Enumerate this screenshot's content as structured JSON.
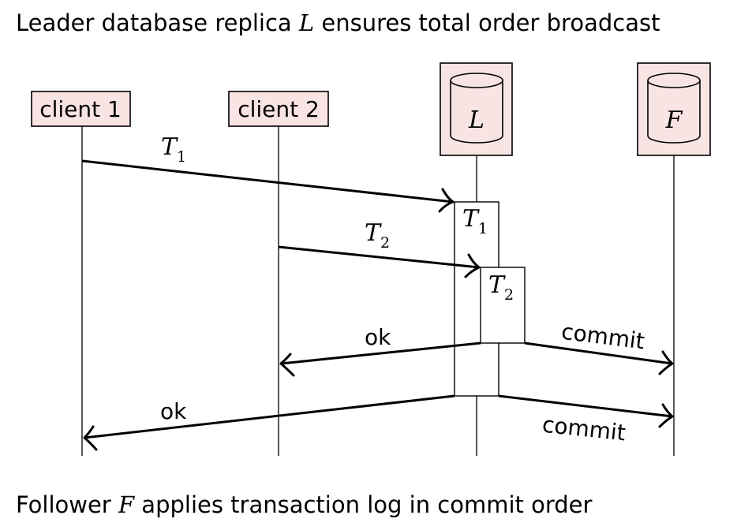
{
  "title": {
    "prefix": "Leader database replica ",
    "var": "L",
    "suffix": " ensures total order broadcast"
  },
  "footer": {
    "prefix": "Follower ",
    "var": "F",
    "suffix": " applies transaction log in commit order"
  },
  "participants": {
    "client1": "client 1",
    "client2": "client 2",
    "leader": "L",
    "follower": "F"
  },
  "messages": {
    "t1": {
      "base": "T",
      "sub": "1"
    },
    "t2": {
      "base": "T",
      "sub": "2"
    },
    "ok_client2": "ok",
    "commit_t2": "commit",
    "ok_client1": "ok",
    "commit_t1": "commit"
  },
  "activations": {
    "t1": {
      "base": "T",
      "sub": "1"
    },
    "t2": {
      "base": "T",
      "sub": "2"
    }
  },
  "colors": {
    "participant_fill": "#f9e4e4",
    "stroke": "#000000"
  }
}
